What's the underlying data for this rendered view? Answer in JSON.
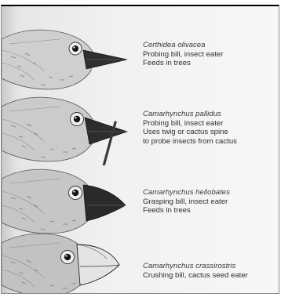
{
  "finches": [
    {
      "species": "Certhidea olivacea",
      "lines": [
        "Probing bill, insect eater",
        "Feeds in trees"
      ],
      "bill": "probing",
      "icon": "warbler-finch-head"
    },
    {
      "species": "Camarhynchus pallidus",
      "lines": [
        "Probing bill, insect eater",
        "Uses twig or cactus spine",
        "to probe insects from cactus"
      ],
      "bill": "probing-with-tool",
      "icon": "woodpecker-finch-head"
    },
    {
      "species": "Camarhynchus heliobates",
      "lines": [
        "Grasping bill, insect eater",
        "Feeds in trees"
      ],
      "bill": "grasping",
      "icon": "mangrove-finch-head"
    },
    {
      "species": "Camarhynchus crassirostris",
      "lines": [
        "Crushing bill, cactus seed eater"
      ],
      "bill": "crushing",
      "icon": "vegetarian-finch-head"
    }
  ]
}
